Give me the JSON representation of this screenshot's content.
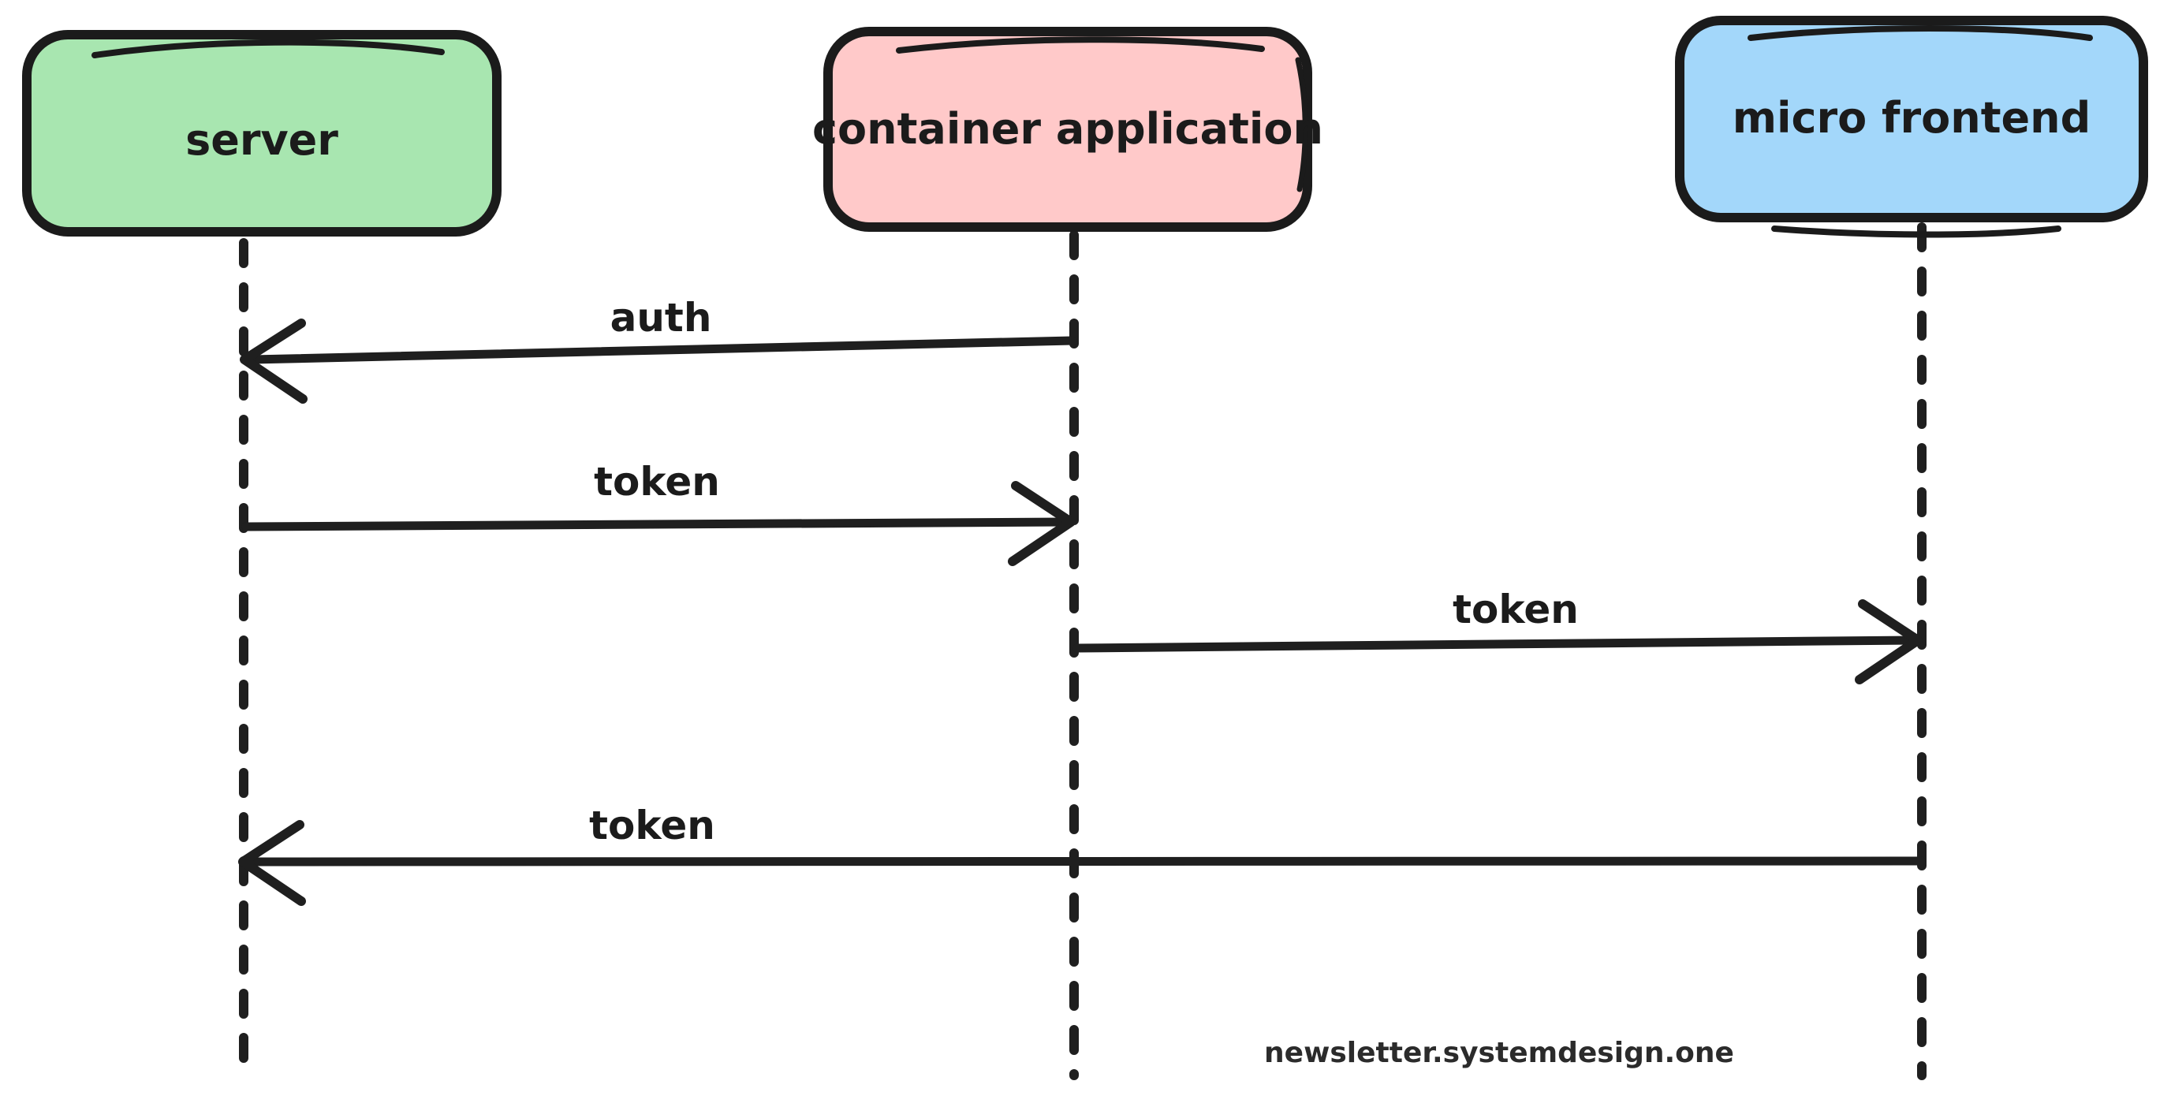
{
  "diagram": {
    "type": "sequence",
    "actors": [
      {
        "id": "server",
        "label": "server",
        "fill": "#a8e6b0"
      },
      {
        "id": "container-application",
        "label": "container application",
        "fill": "#ffc9c9"
      },
      {
        "id": "micro-frontend",
        "label": "micro frontend",
        "fill": "#a3d7fa"
      }
    ],
    "messages": [
      {
        "label": "auth",
        "from": "container-application",
        "to": "server",
        "direction": "left"
      },
      {
        "label": "token",
        "from": "server",
        "to": "container-application",
        "direction": "right"
      },
      {
        "label": "token",
        "from": "container-application",
        "to": "micro-frontend",
        "direction": "right"
      },
      {
        "label": "token",
        "from": "micro-frontend",
        "to": "server",
        "direction": "left"
      }
    ],
    "watermark": "newsletter.systemdesign.one",
    "colors": {
      "stroke": "#1b1b1b",
      "background": "#ffffff",
      "actor_green": "#a8e6b0",
      "actor_pink": "#ffc9c9",
      "actor_blue": "#a3d7fa"
    }
  }
}
